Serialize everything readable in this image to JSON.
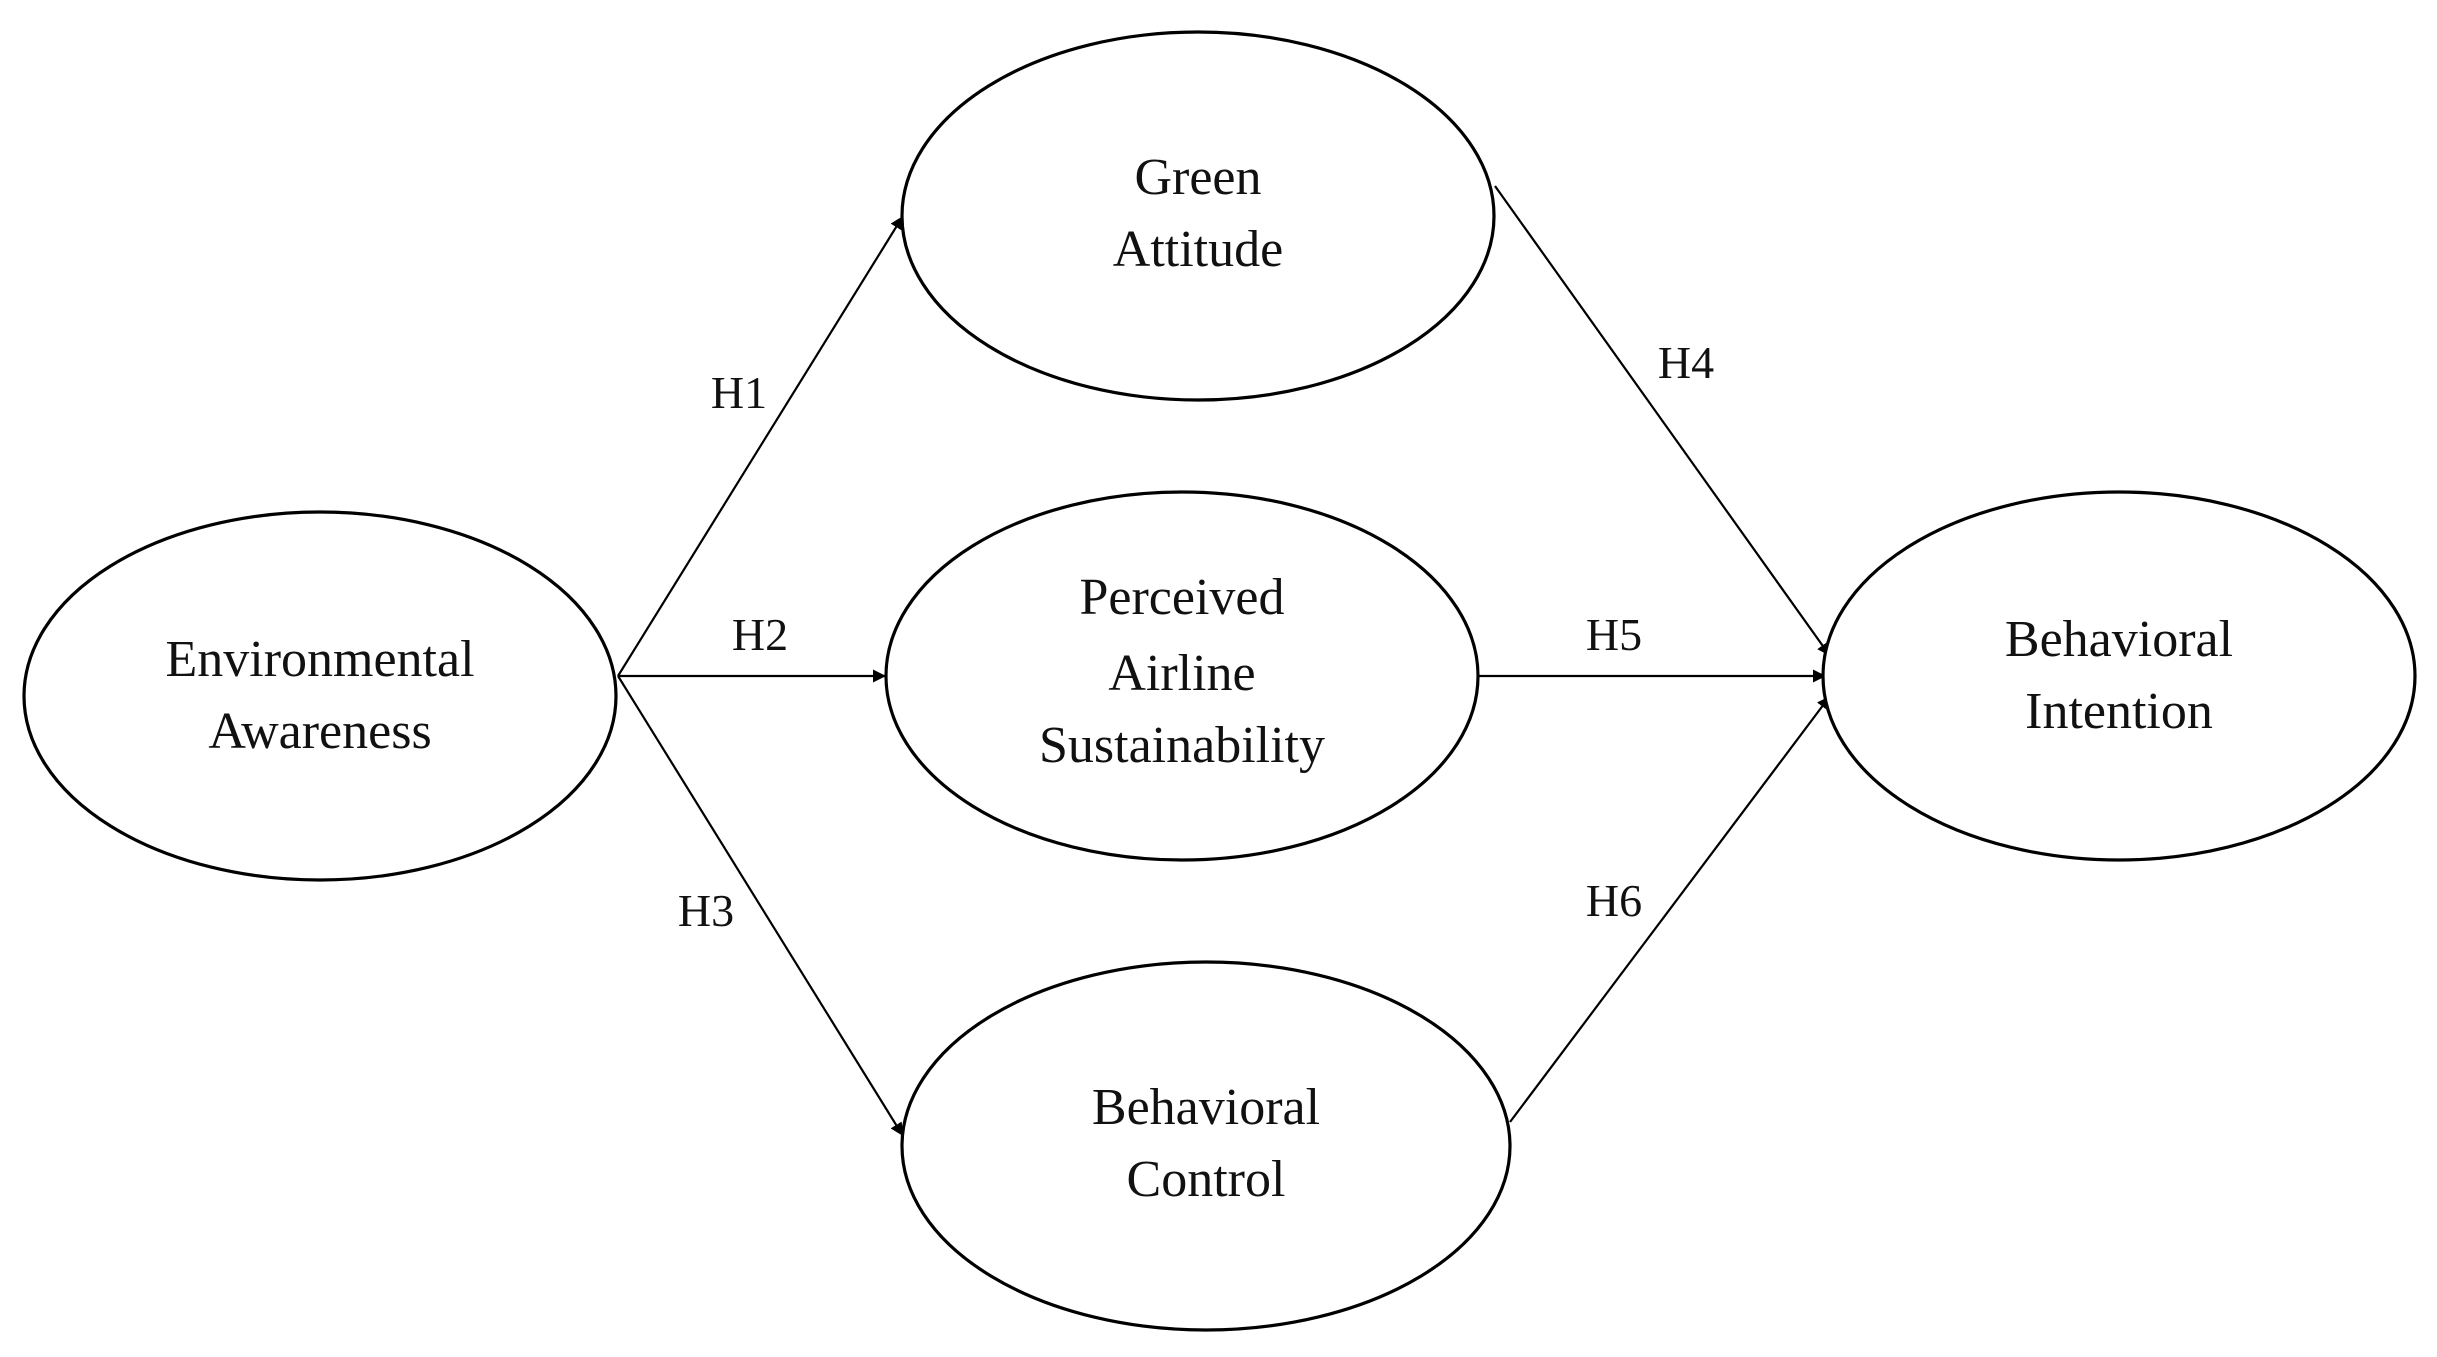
{
  "diagram": {
    "colors": {
      "stroke": "#000000",
      "text": "#111111",
      "background": "#ffffff"
    },
    "nodes": [
      {
        "id": "environmental-awareness",
        "lines": [
          "Environmental",
          "Awareness"
        ]
      },
      {
        "id": "green-attitude",
        "lines": [
          "Green",
          "Attitude"
        ]
      },
      {
        "id": "perceived-airline-sustainability",
        "lines": [
          "Perceived",
          "Airline",
          "Sustainability"
        ]
      },
      {
        "id": "behavioral-control",
        "lines": [
          "Behavioral",
          "Control"
        ]
      },
      {
        "id": "behavioral-intention",
        "lines": [
          "Behavioral",
          "Intention"
        ]
      }
    ],
    "edges": [
      {
        "id": "h1",
        "label": "H1",
        "from": "environmental-awareness",
        "to": "green-attitude"
      },
      {
        "id": "h2",
        "label": "H2",
        "from": "environmental-awareness",
        "to": "perceived-airline-sustainability"
      },
      {
        "id": "h3",
        "label": "H3",
        "from": "environmental-awareness",
        "to": "behavioral-control"
      },
      {
        "id": "h4",
        "label": "H4",
        "from": "green-attitude",
        "to": "behavioral-intention"
      },
      {
        "id": "h5",
        "label": "H5",
        "from": "perceived-airline-sustainability",
        "to": "behavioral-intention"
      },
      {
        "id": "h6",
        "label": "H6",
        "from": "behavioral-control",
        "to": "behavioral-intention"
      }
    ]
  }
}
